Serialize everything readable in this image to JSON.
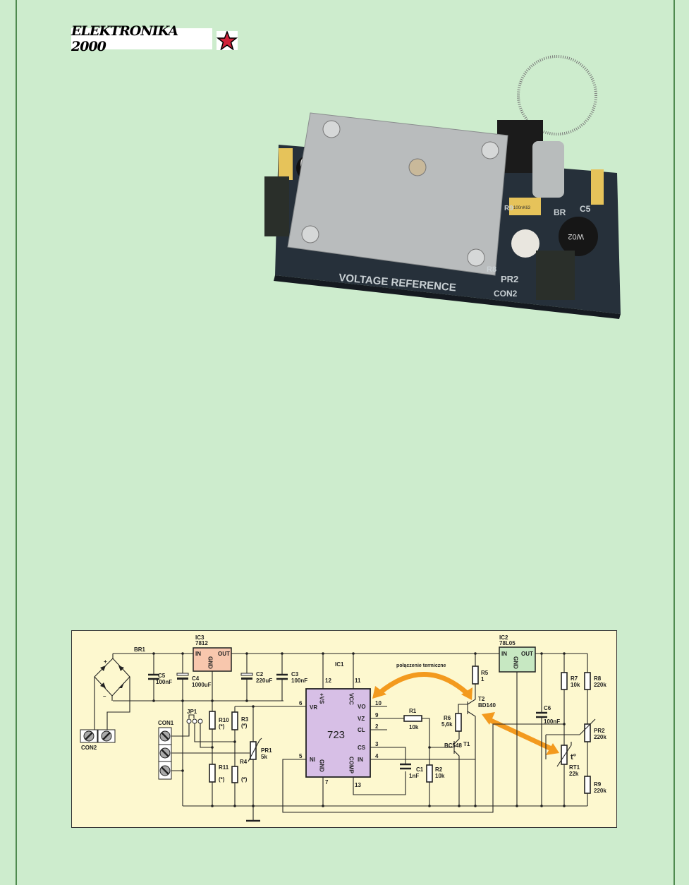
{
  "logo": {
    "text": "ELEKTRONIKA 2000"
  },
  "photo": {
    "board_label": "VOLTAGE REFERENCE",
    "silk": {
      "pr2": "PR2",
      "con2": "CON2",
      "r8": "R8",
      "br": "BR",
      "c5": "C5",
      "r9": "R9"
    },
    "cap_marking": "100nK63",
    "bridge_marking": "W02"
  },
  "schematic": {
    "br1": "BR1",
    "ic3": {
      "name": "IC3",
      "type": "7812",
      "in": "IN",
      "out": "OUT",
      "gnd": "GND"
    },
    "ic2": {
      "name": "IC2",
      "type": "78L05",
      "in": "IN",
      "out": "OUT",
      "gnd": "GND"
    },
    "ic1": {
      "name": "IC1",
      "type": "723",
      "pins": {
        "vs": "+VS",
        "vcc": "VCC",
        "vr": "VR",
        "ni": "NI",
        "gnd": "GND",
        "comp": "COMP",
        "vo": "VO",
        "vz": "VZ",
        "cl": "CL",
        "cs": "CS",
        "in": "IN"
      },
      "pin_numbers": {
        "vs": "12",
        "vcc": "11",
        "vr": "6",
        "ni": "5",
        "gnd": "7",
        "comp": "13",
        "vo": "10",
        "vz": "9",
        "cl": "2",
        "cs": "3",
        "in": "4"
      }
    },
    "components": {
      "c5": [
        "C5",
        "100nF"
      ],
      "c4": [
        "C4",
        "1000uF"
      ],
      "c2": [
        "C2",
        "220uF"
      ],
      "c3": [
        "C3",
        "100nF"
      ],
      "c1": [
        "C1",
        "1nF"
      ],
      "c6": [
        "C6",
        "100nF"
      ],
      "r10": [
        "R10",
        "(*)"
      ],
      "r11": [
        "R11",
        "(*)"
      ],
      "r3": [
        "R3",
        "(*)"
      ],
      "r4": [
        "R4",
        "(*)"
      ],
      "pr1": [
        "PR1",
        "5k"
      ],
      "r1": [
        "R1",
        "10k"
      ],
      "r2": [
        "R2",
        "10k"
      ],
      "r5": [
        "R5",
        "1"
      ],
      "r6": [
        "R6",
        "5,6k"
      ],
      "r7": [
        "R7",
        "10k"
      ],
      "r8": [
        "R8",
        "220k"
      ],
      "r9": [
        "R9",
        "220k"
      ],
      "pr2": [
        "PR2",
        "220k"
      ],
      "rt1": [
        "RT1",
        "22k"
      ],
      "t1": [
        "T1",
        "BC548"
      ],
      "t2": [
        "T2",
        "BD140"
      ]
    },
    "jp1": "JP1",
    "con1": "CON1",
    "con2": "CON2",
    "thermal_note": "połączenie termiczne",
    "rt_symbol": "t°",
    "colors": {
      "ic3": "#f8c7ad",
      "ic2": "#c7e8c2",
      "ic1": "#d7bfe6",
      "arrow": "#f39a1e",
      "bg": "#fdf8cf"
    }
  }
}
